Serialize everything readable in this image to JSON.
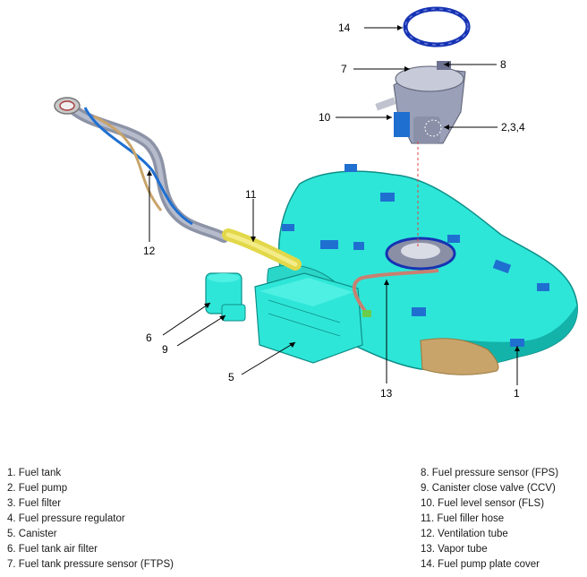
{
  "callouts": {
    "c1": "1",
    "c13": "13",
    "c5": "5",
    "c9": "9",
    "c6": "6",
    "c12": "12",
    "c11": "11",
    "c10": "10",
    "c7": "7",
    "c8": "8",
    "c14": "14",
    "c234": "2,3,4"
  },
  "legend_left": [
    "1. Fuel tank",
    "2. Fuel pump",
    "3. Fuel filter",
    "4. Fuel pressure regulator",
    "5. Canister",
    "6. Fuel tank air filter",
    "7. Fuel tank pressure sensor (FTPS)"
  ],
  "legend_right": [
    "8. Fuel pressure sensor (FPS)",
    "9. Canister close valve (CCV)",
    "10. Fuel level sensor (FLS)",
    "11. Fuel filler hose",
    "12. Ventilation tube",
    "13. Vapor tube",
    "14. Fuel pump plate cover"
  ],
  "colors": {
    "tank": "#2ee6d8",
    "tank_dark": "#13b3aa",
    "heat_shield": "#c9a46a",
    "strap_blue": "#1f6fd1",
    "plate_cover": "#1533b3",
    "filler_hose": "#e2d84a",
    "vapor_tube": "#c98070",
    "pump_body": "#9aa0b8"
  }
}
